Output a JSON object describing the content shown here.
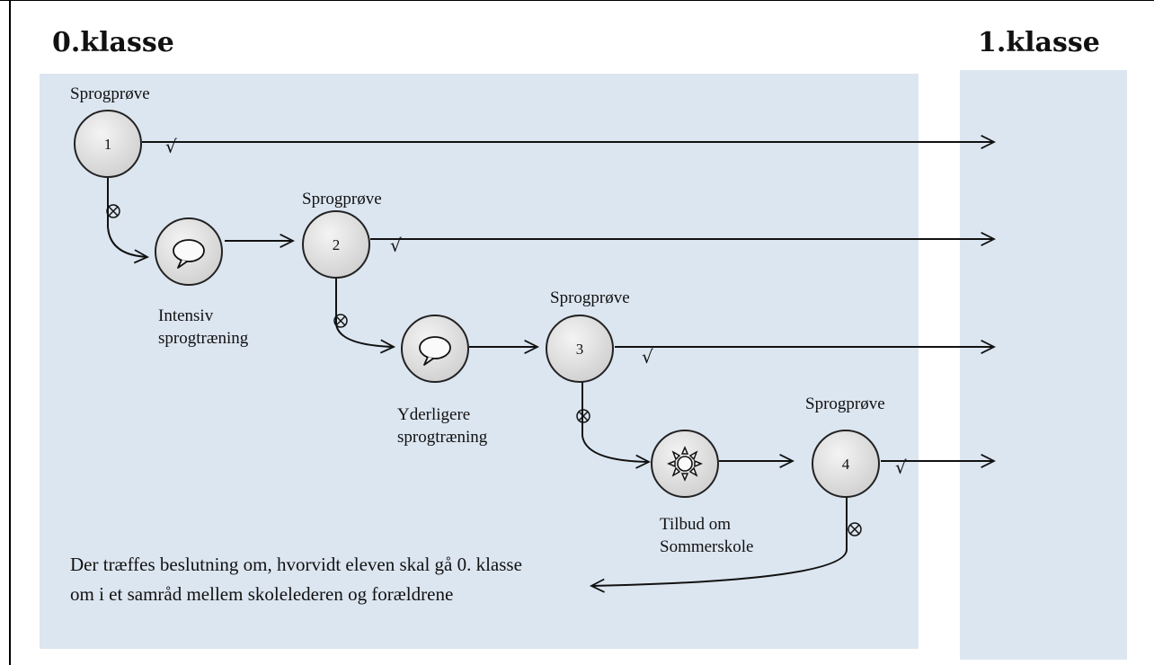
{
  "headings": {
    "left": "0.klasse",
    "right": "1.klasse"
  },
  "labels": {
    "test1": "Sprogprøve",
    "test2": "Sprogprøve",
    "test3": "Sprogprøve",
    "test4": "Sprogprøve",
    "intensive_line1": "Intensiv",
    "intensive_line2": "sprogtræning",
    "further_line1": "Yderligere",
    "further_line2": "sprogtræning",
    "summer_line1": "Tilbud om",
    "summer_line2": "Sommerskole"
  },
  "nodes": {
    "n1": "1",
    "n2": "2",
    "n3": "3",
    "n4": "4"
  },
  "symbols": {
    "pass": "√",
    "fail": "⊗"
  },
  "note": "Der træffes beslutning om, hvorvidt eleven skal gå 0. klasse om i et samråd mellem skolelederen og forældrene",
  "icons": {
    "speech": "speech-bubble-icon",
    "sun": "sun-icon"
  },
  "colors": {
    "panel": "#dce6f1",
    "node_fill": "#e6e6e6",
    "line": "#111111"
  }
}
